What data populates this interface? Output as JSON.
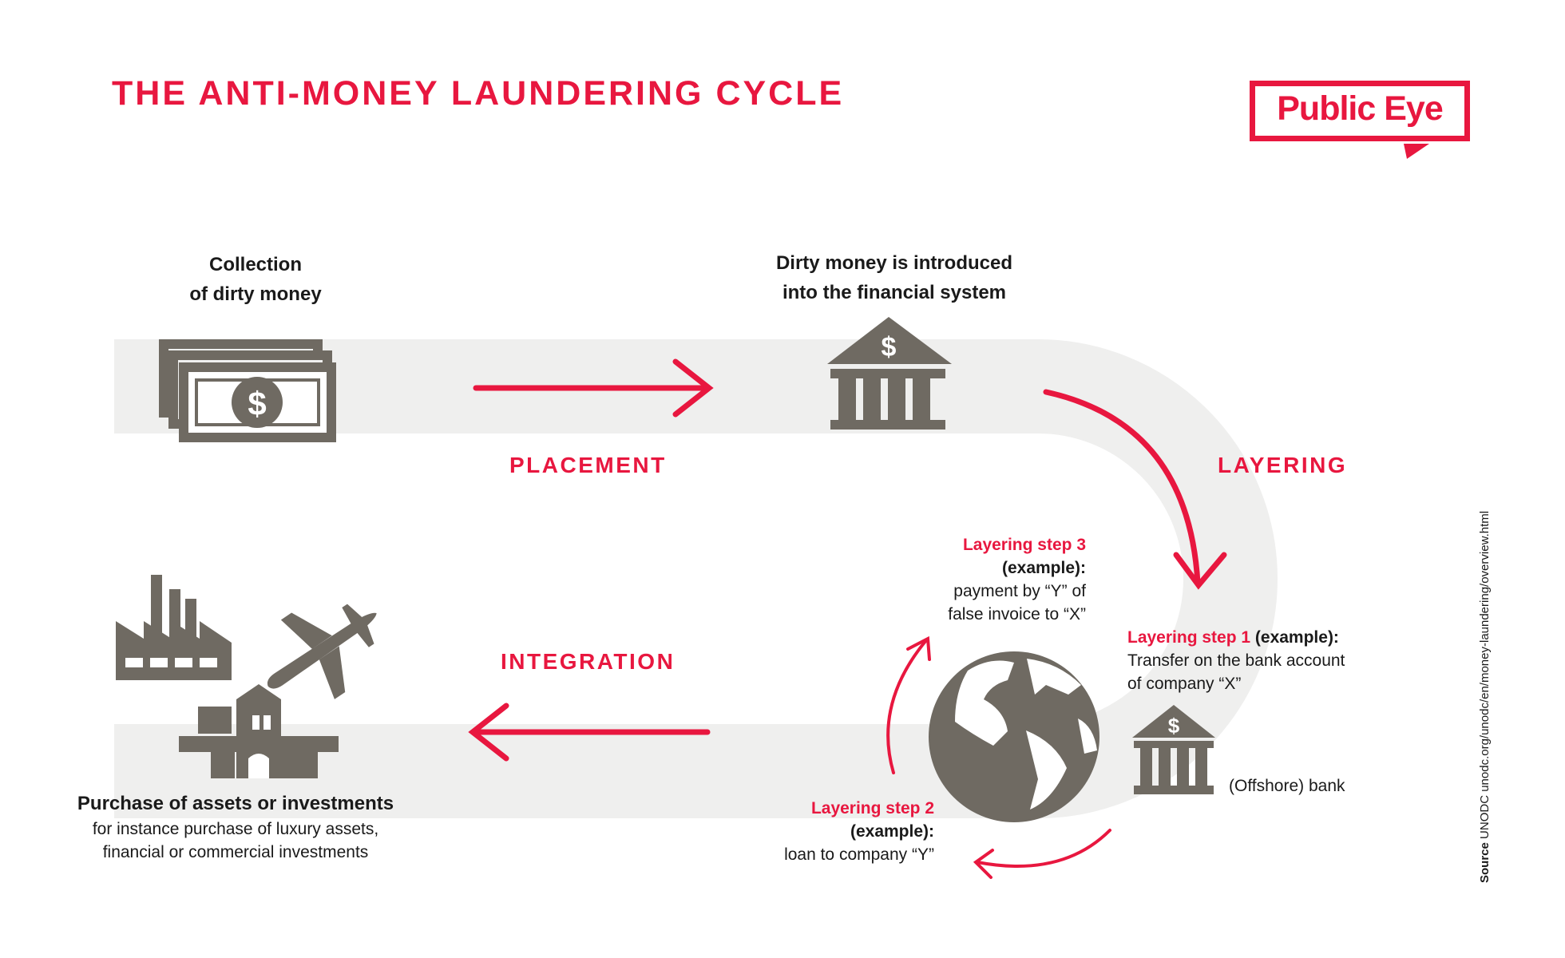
{
  "title": "THE ANTI-MONEY LAUNDERING CYCLE",
  "logo": {
    "text": "Public Eye"
  },
  "colors": {
    "accent": "#e8173f",
    "icon": "#6f6a62",
    "path": "#efefee"
  },
  "stages": {
    "placement": "PLACEMENT",
    "layering": "LAYERING",
    "integration": "INTEGRATION"
  },
  "nodes": {
    "collection": {
      "line1": "Collection",
      "line2": "of dirty money",
      "icon": "banknotes-icon"
    },
    "introduced": {
      "line1": "Dirty money is introduced",
      "line2": "into the financial system",
      "icon": "bank-icon"
    },
    "purchase": {
      "heading": "Purchase of assets or investments",
      "line1": "for instance purchase of luxury assets,",
      "line2": "financial or commercial investments",
      "icons": [
        "factory-icon",
        "airplane-icon",
        "house-icon"
      ]
    },
    "globe": {
      "icon": "globe-icon"
    },
    "offshore": {
      "label": "(Offshore) bank",
      "icon": "bank-icon"
    }
  },
  "layering_steps": {
    "step1": {
      "label": "Layering step 1",
      "suffix": " (example):",
      "line1": "Transfer on the bank account",
      "line2": "of company “X”"
    },
    "step2": {
      "label": "Layering step 2",
      "example": "(example):",
      "line1": "loan to company “Y”"
    },
    "step3": {
      "label": "Layering step 3",
      "example": "(example):",
      "line1": "payment by “Y” of",
      "line2": "false invoice to “X”"
    }
  },
  "source": {
    "label": "Source",
    "url": "UNODC unodc.org/unodc/en/money-laundering/overview.html"
  }
}
